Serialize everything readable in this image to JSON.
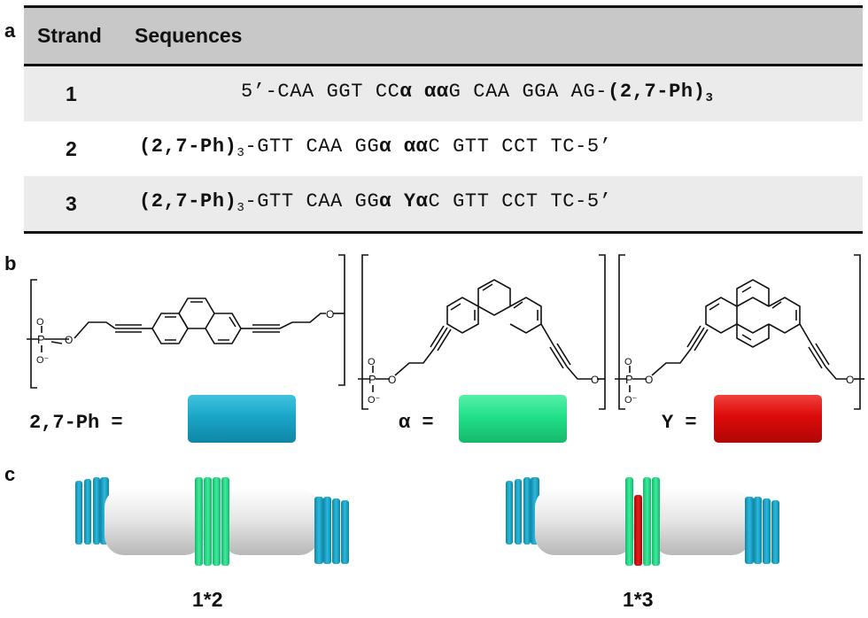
{
  "panel_labels": {
    "a": "a",
    "b": "b",
    "c": "c"
  },
  "table": {
    "headers": {
      "strand": "Strand",
      "sequences": "Sequences"
    },
    "rows": [
      {
        "strand": "1",
        "parts": {
          "p1": "5’-CAA GGT CC",
          "p2": "α αα",
          "p3": "G CAA GGA AG-",
          "p4": "(2,7-Ph)",
          "p5": "3"
        }
      },
      {
        "strand": "2",
        "parts": {
          "p1": "(2,7-Ph)",
          "p2": "3",
          "p3": "-GTT CAA GG",
          "p4": "α αα",
          "p5": "C GTT CCT TC-5’"
        }
      },
      {
        "strand": "3",
        "parts": {
          "p1": "(2,7-Ph)",
          "p2": "3",
          "p3": "-GTT CAA GG",
          "p4": "α Yα",
          "p5": "C GTT CCT TC-5’"
        }
      }
    ]
  },
  "legend": {
    "ph": {
      "label": "2,7-Ph =",
      "color": "#1aa6c8"
    },
    "alpha": {
      "label": "α =",
      "color": "#22e08a"
    },
    "y": {
      "label": "Y =",
      "color": "#dd0a0a"
    }
  },
  "structure_atoms": {
    "phosphorus": "P",
    "oxygen": "O",
    "neg_oxygen": "O⁻"
  },
  "duplexes": [
    {
      "caption": "1*2"
    },
    {
      "caption": "1*3"
    }
  ],
  "colors": {
    "cyan": "#1aa6c8",
    "green": "#22e08a",
    "red": "#dd0a0a",
    "gray_body": "#e6e6e6",
    "header_bg": "#c8c8c8",
    "row_shade": "#ebebeb"
  }
}
